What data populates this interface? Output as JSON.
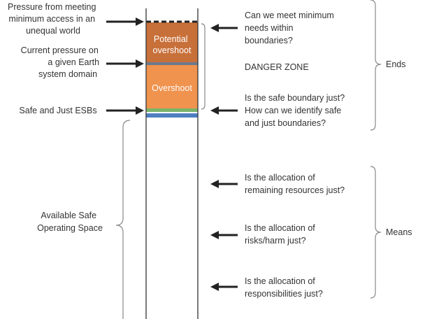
{
  "left_labels": {
    "pressure_min_access": [
      "Pressure from meeting",
      "minimum access in an",
      "unequal world"
    ],
    "current_pressure": [
      "Current pressure on",
      "a given Earth",
      "system domain"
    ],
    "safe_just_esbs": [
      "Safe and Just ESBs"
    ],
    "available_sos": [
      "Available Safe",
      "Operating Space"
    ]
  },
  "column": {
    "potential_overshoot": [
      "Potential",
      "overshoot"
    ],
    "overshoot": [
      "Overshoot"
    ]
  },
  "right_questions": {
    "q_min_needs": [
      "Can we meet minimum",
      "needs within",
      "boundaries?"
    ],
    "danger_zone": [
      "DANGER ZONE"
    ],
    "q_safe_boundary": [
      "Is the safe boundary just?",
      "How can we identify safe",
      "and just boundaries?"
    ],
    "q_remaining_resources": [
      "Is the allocation of",
      "remaining resources just?"
    ],
    "q_risks_harm": [
      "Is the allocation of",
      "risks/harm just?"
    ],
    "q_responsibilities": [
      "Is the allocation of",
      "responsibilities  just?"
    ]
  },
  "brackets": {
    "ends": "Ends",
    "means": "Means"
  },
  "colors": {
    "potential_overshoot": "#c8703a",
    "overshoot": "#f0934e",
    "current_line": "#6b7a8f",
    "safe_green": "#7ab46a",
    "safe_blue": "#4f7fc0",
    "stroke": "#333333"
  }
}
